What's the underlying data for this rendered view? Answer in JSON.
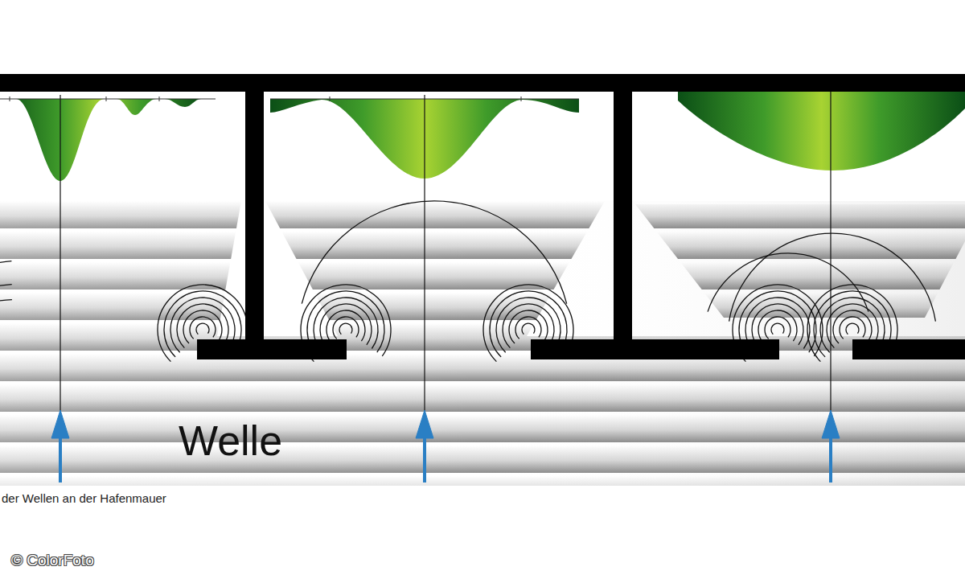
{
  "diagram": {
    "labels": [
      "Welle",
      "der Wellen an der Hafenmauer",
      "© ColorFoto"
    ]
  }
}
